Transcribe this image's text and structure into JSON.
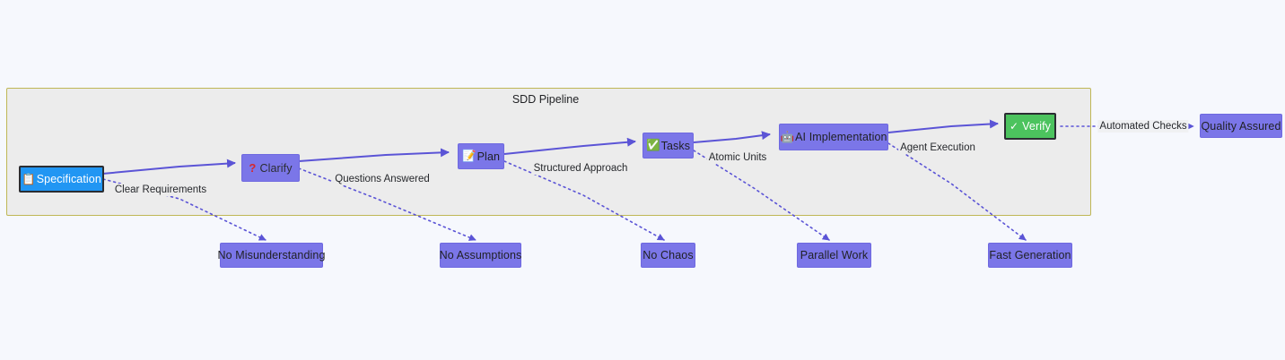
{
  "diagram": {
    "type": "flowchart",
    "direction": "left-to-right",
    "subgraph": {
      "id": "sdd-pipeline",
      "title": "SDD Pipeline",
      "border_color": "#bfb756",
      "fill_color": "#ececec"
    },
    "colors": {
      "page_background": "#f6f8fd",
      "node_purple": "#7b76e8",
      "node_spec_blue": "#2196f3",
      "node_verify_green": "#4cc35e",
      "edge_blue": "#5b54d6",
      "subgraph_border": "#bfb756",
      "subgraph_fill": "#ececec",
      "question_red": "#d5282d"
    },
    "pipeline_nodes": [
      {
        "id": "spec",
        "icon": "clipboard-icon",
        "glyph": "📋",
        "label": "Specification",
        "style": "spec-blue"
      },
      {
        "id": "clarify",
        "icon": "question-mark-icon",
        "glyph": "❓",
        "label": "Clarify",
        "style": "purple"
      },
      {
        "id": "plan",
        "icon": "memo-icon",
        "glyph": "📝",
        "label": "Plan",
        "style": "purple"
      },
      {
        "id": "tasks",
        "icon": "check-box-icon",
        "glyph": "✅",
        "label": "Tasks",
        "style": "purple"
      },
      {
        "id": "ai",
        "icon": "robot-icon",
        "glyph": "🤖",
        "label": "AI Implementation",
        "style": "purple"
      },
      {
        "id": "verify",
        "icon": "check-mark-icon",
        "glyph": "✓",
        "label": "Verify",
        "style": "verify-green"
      }
    ],
    "outcome_nodes": [
      {
        "id": "quality-assured",
        "label": "Quality Assured"
      }
    ],
    "benefit_nodes": [
      {
        "id": "no-misunderstanding",
        "label": "No Misunderstanding"
      },
      {
        "id": "no-assumptions",
        "label": "No Assumptions"
      },
      {
        "id": "no-chaos",
        "label": "No Chaos"
      },
      {
        "id": "parallel-work",
        "label": "Parallel Work"
      },
      {
        "id": "fast-generation",
        "label": "Fast Generation"
      }
    ],
    "edge_labels": [
      {
        "id": "clear-requirements",
        "label": "Clear Requirements",
        "from": "spec",
        "to": "no-misunderstanding"
      },
      {
        "id": "questions-answered",
        "label": "Questions Answered",
        "from": "clarify",
        "to": "no-assumptions"
      },
      {
        "id": "structured-approach",
        "label": "Structured Approach",
        "from": "plan",
        "to": "no-chaos"
      },
      {
        "id": "atomic-units",
        "label": "Atomic Units",
        "from": "tasks",
        "to": "parallel-work"
      },
      {
        "id": "agent-execution",
        "label": "Agent Execution",
        "from": "ai",
        "to": "fast-generation"
      },
      {
        "id": "automated-checks",
        "label": "Automated Checks",
        "from": "verify",
        "to": "quality-assured"
      }
    ]
  }
}
